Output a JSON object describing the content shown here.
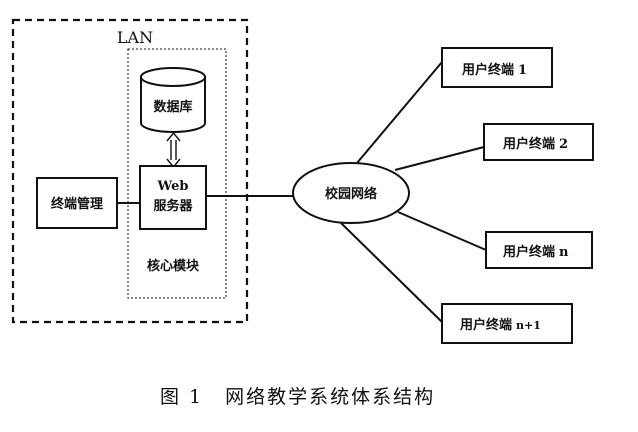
{
  "diagram": {
    "lan_label": "LAN",
    "database": "数据库",
    "web_server_line1": "Web",
    "web_server_line2": "服务器",
    "core_module": "核心模块",
    "terminal_management": "终端管理",
    "campus_network": "校园网络",
    "user_terminals": [
      {
        "label": "用户终端",
        "index": "1"
      },
      {
        "label": "用户终端",
        "index": "2"
      },
      {
        "label": "用户终端",
        "index": "n"
      },
      {
        "label": "用户终端",
        "index": "n+1"
      }
    ]
  },
  "caption": {
    "figure_number": "图 1",
    "title": "网络教学系统体系结构"
  }
}
